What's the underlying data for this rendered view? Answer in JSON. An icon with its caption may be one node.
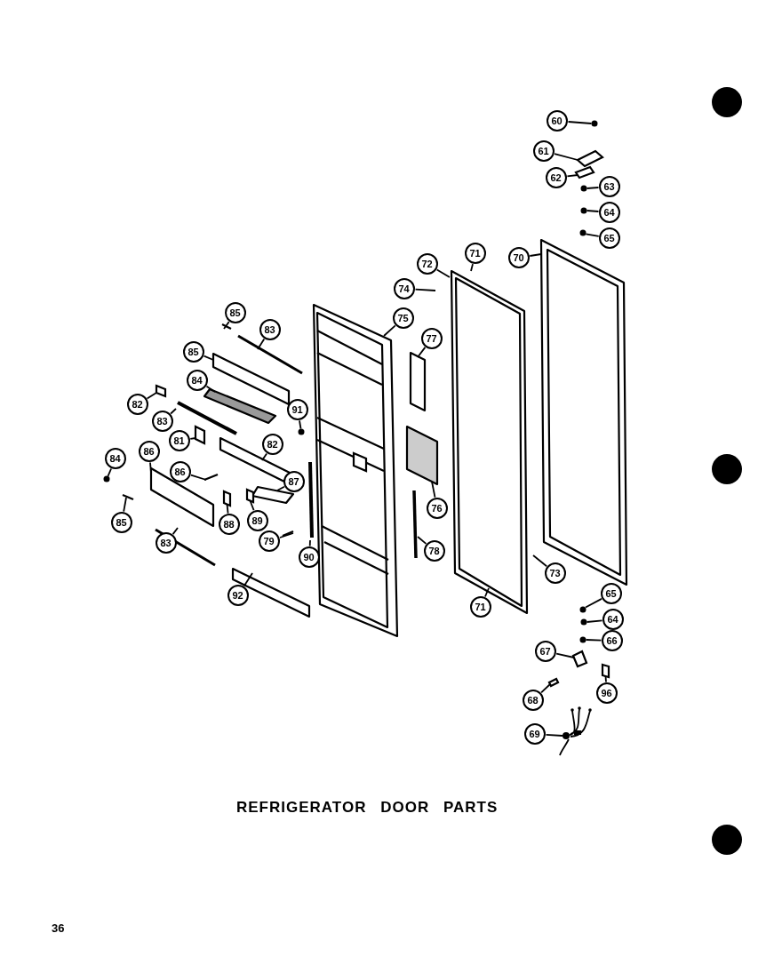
{
  "diagram": {
    "title": "REFRIGERATOR DOOR PARTS",
    "nodes": [
      {
        "text": [
          "60"
        ]
      },
      {
        "text": [
          "61"
        ]
      },
      {
        "text": [
          "62"
        ]
      },
      {
        "text": [
          "63"
        ]
      },
      {
        "text": [
          "64"
        ]
      },
      {
        "text": [
          "65"
        ]
      },
      {
        "text": [
          "85"
        ]
      },
      {
        "text": [
          "83"
        ]
      },
      {
        "text": [
          "72"
        ]
      },
      {
        "text": [
          "71"
        ]
      },
      {
        "text": [
          "70"
        ]
      },
      {
        "text": [
          "74"
        ]
      },
      {
        "text": [
          "75"
        ]
      },
      {
        "text": [
          "85"
        ]
      },
      {
        "text": [
          "77"
        ]
      },
      {
        "text": [
          "84"
        ]
      },
      {
        "text": [
          "82"
        ]
      },
      {
        "text": [
          "91"
        ]
      },
      {
        "text": [
          "83"
        ]
      },
      {
        "text": [
          "81"
        ]
      },
      {
        "text": [
          "82"
        ]
      },
      {
        "text": [
          "84"
        ]
      },
      {
        "text": [
          "86"
        ]
      },
      {
        "text": [
          "86"
        ]
      },
      {
        "text": [
          "87"
        ]
      },
      {
        "text": [
          "76"
        ]
      },
      {
        "text": [
          "88"
        ]
      },
      {
        "text": [
          "89"
        ]
      },
      {
        "text": [
          "85"
        ]
      },
      {
        "text": [
          "83"
        ]
      },
      {
        "text": [
          "79"
        ]
      },
      {
        "text": [
          "90"
        ]
      },
      {
        "text": [
          "78"
        ]
      },
      {
        "text": [
          "73"
        ]
      },
      {
        "text": [
          "92"
        ]
      },
      {
        "text": [
          "71"
        ]
      },
      {
        "text": [
          "65"
        ]
      },
      {
        "text": [
          "64"
        ]
      },
      {
        "text": [
          "66"
        ]
      },
      {
        "text": [
          "67"
        ]
      },
      {
        "text": [
          "96"
        ]
      },
      {
        "text": [
          "68"
        ]
      },
      {
        "text": [
          "69"
        ]
      },
      {
        "text": [],
        "shape": "circle"
      },
      {
        "text": [],
        "shape": "picture"
      },
      {
        "text": [],
        "shape": "picture"
      },
      {
        "text": [],
        "shape": "circle"
      },
      {
        "text": [],
        "shape": "circle"
      },
      {
        "text": [],
        "shape": "circle"
      },
      {
        "text": [],
        "shape": "box"
      },
      {
        "text": [],
        "shape": "circle"
      },
      {
        "text": [],
        "shape": "box"
      },
      {
        "text": [],
        "shape": "circle"
      },
      {
        "text": [],
        "shape": "box"
      },
      {
        "text": [],
        "shape": "box"
      },
      {
        "text": [],
        "shape": "circle"
      },
      {
        "text": [],
        "shape": "circle"
      },
      {
        "text": [],
        "shape": "circle"
      },
      {
        "text": [],
        "shape": "picture"
      },
      {
        "text": [],
        "shape": "box"
      },
      {
        "text": [],
        "shape": "box"
      },
      {
        "text": [],
        "shape": "picture"
      }
    ],
    "edges": [
      {
        "from": 0,
        "to": 43,
        "arrow": "none"
      },
      {
        "from": 1,
        "to": 44,
        "arrow": "none"
      },
      {
        "from": 2,
        "to": 45,
        "arrow": "none"
      },
      {
        "from": 3,
        "to": 46,
        "arrow": "none"
      },
      {
        "from": 4,
        "to": 47,
        "arrow": "none"
      },
      {
        "from": 5,
        "to": 48,
        "arrow": "none"
      },
      {
        "from": 6,
        "to": null,
        "arrow": "none"
      },
      {
        "from": 7,
        "to": null,
        "arrow": "none"
      },
      {
        "from": 8,
        "to": null,
        "arrow": "none"
      },
      {
        "from": 9,
        "to": null,
        "arrow": "none"
      },
      {
        "from": 10,
        "to": null,
        "arrow": "none"
      },
      {
        "from": 11,
        "to": null,
        "arrow": "none"
      },
      {
        "from": 12,
        "to": null,
        "arrow": "none"
      },
      {
        "from": 13,
        "to": null,
        "arrow": "none"
      },
      {
        "from": 14,
        "to": null,
        "arrow": "none"
      },
      {
        "from": 15,
        "to": null,
        "arrow": "none"
      },
      {
        "from": 16,
        "to": 49,
        "arrow": "none"
      },
      {
        "from": 17,
        "to": 50,
        "arrow": "none"
      },
      {
        "from": 18,
        "to": null,
        "arrow": "none"
      },
      {
        "from": 19,
        "to": 51,
        "arrow": "none"
      },
      {
        "from": 20,
        "to": null,
        "arrow": "none"
      },
      {
        "from": 21,
        "to": 52,
        "arrow": "none"
      },
      {
        "from": 22,
        "to": null,
        "arrow": "none"
      },
      {
        "from": 23,
        "to": null,
        "arrow": "none"
      },
      {
        "from": 24,
        "to": null,
        "arrow": "none"
      },
      {
        "from": 25,
        "to": null,
        "arrow": "none"
      },
      {
        "from": 26,
        "to": 53,
        "arrow": "none"
      },
      {
        "from": 27,
        "to": 54,
        "arrow": "none"
      },
      {
        "from": 28,
        "to": null,
        "arrow": "none"
      },
      {
        "from": 29,
        "to": null,
        "arrow": "none"
      },
      {
        "from": 30,
        "to": null,
        "arrow": "none"
      },
      {
        "from": 31,
        "to": null,
        "arrow": "none"
      },
      {
        "from": 32,
        "to": null,
        "arrow": "none"
      },
      {
        "from": 33,
        "to": null,
        "arrow": "none"
      },
      {
        "from": 34,
        "to": null,
        "arrow": "none"
      },
      {
        "from": 35,
        "to": null,
        "arrow": "none"
      },
      {
        "from": 36,
        "to": 55,
        "arrow": "none"
      },
      {
        "from": 37,
        "to": 56,
        "arrow": "none"
      },
      {
        "from": 38,
        "to": 57,
        "arrow": "none"
      },
      {
        "from": 39,
        "to": 58,
        "arrow": "none"
      },
      {
        "from": 40,
        "to": 59,
        "arrow": "none"
      },
      {
        "from": 41,
        "to": 60,
        "arrow": "none"
      },
      {
        "from": 42,
        "to": 61,
        "arrow": "none"
      }
    ],
    "labels": [
      "36"
    ]
  }
}
